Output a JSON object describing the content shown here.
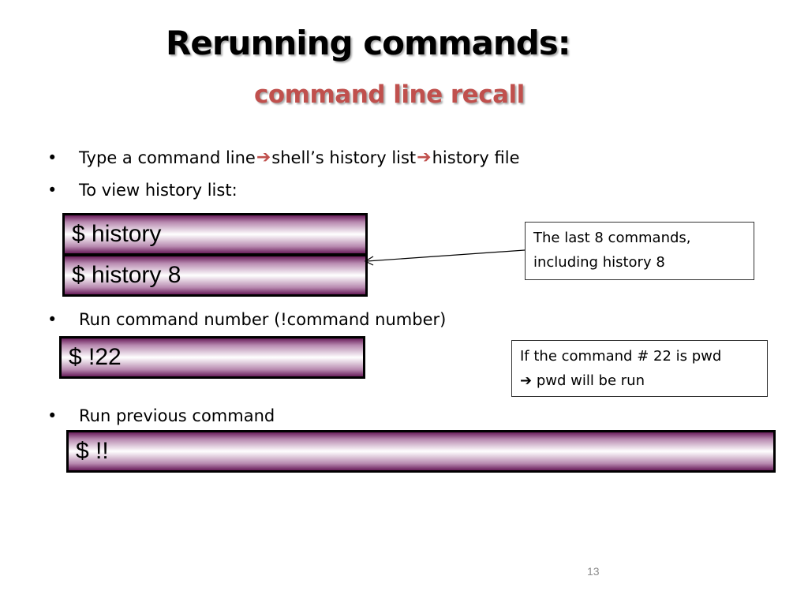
{
  "slide": {
    "title": "Rerunning commands:",
    "subtitle": "command line recall",
    "page_number": "13"
  },
  "bullets": {
    "b1": {
      "bullet": "•",
      "part1": "Type a command line ",
      "arrow1": "➔",
      "part2": "shell’s history list",
      "arrow2": "➔",
      "part3": " history file"
    },
    "b2": {
      "bullet": "•",
      "text": "To view history list:"
    },
    "b3": {
      "bullet": "•",
      "text": "Run command number (!command number)"
    },
    "b4": {
      "bullet": "•",
      "text": "Run previous command"
    }
  },
  "commands": {
    "history": "$ history",
    "history8": "$ history 8",
    "bang22": "$ !22",
    "bangbang": "$ !!"
  },
  "callouts": {
    "history8_note": {
      "line1": "The last 8 commands,",
      "line2": "including history 8"
    },
    "bang22_note": {
      "line1": "If the command # 22 is pwd",
      "arrow": "➔",
      "line2": " pwd will be run"
    }
  },
  "colors": {
    "accent_red": "#c0504d",
    "box_purple": "#6a1f5c"
  }
}
